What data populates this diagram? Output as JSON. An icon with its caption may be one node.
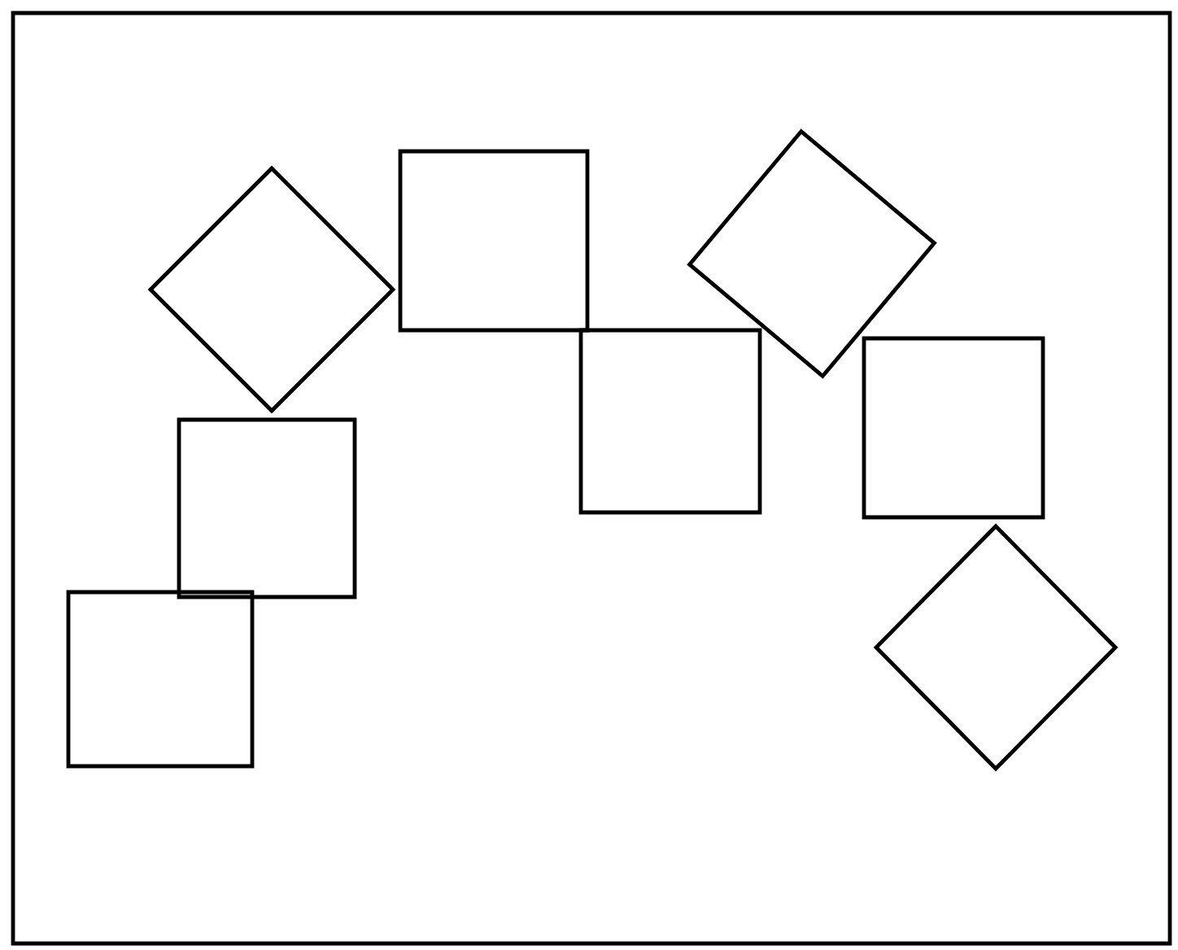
{
  "diagram": {
    "nodes": [
      {
        "text": [],
        "shape": "box"
      },
      {
        "text": [],
        "shape": "box"
      },
      {
        "text": [],
        "shape": "diamond"
      },
      {
        "text": [],
        "shape": "box"
      },
      {
        "text": [],
        "shape": "box"
      },
      {
        "text": [],
        "shape": "diamond"
      },
      {
        "text": [],
        "shape": "box"
      },
      {
        "text": [],
        "shape": "diamond"
      }
    ]
  }
}
